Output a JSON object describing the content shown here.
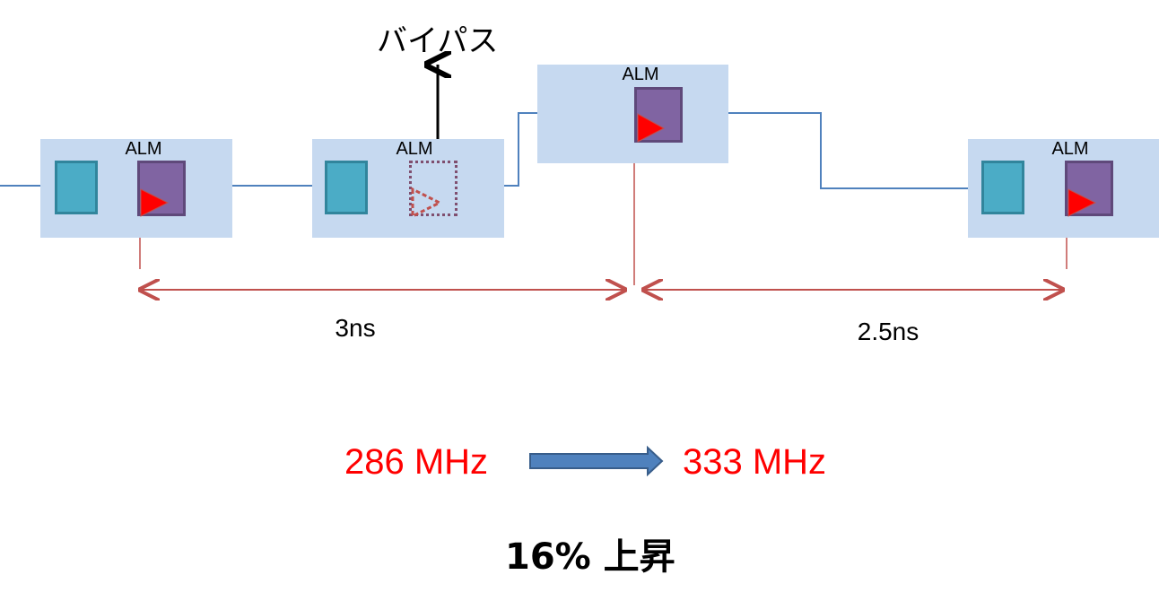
{
  "bypass_label": "バイパス",
  "alm_label": "ALM",
  "timing": {
    "left_delay": "3ns",
    "right_delay": "2.5ns"
  },
  "frequency": {
    "before": "286 MHz",
    "after": "333 MHz"
  },
  "summary": "16% 上昇",
  "colors": {
    "alm_background": "#c6d9f0",
    "lut": "#4bacc6",
    "flipflop": "#8064a2",
    "wire": "#4f81bd",
    "timing_arrow": "#c0504d",
    "frequency_text": "#ff0000",
    "progress_arrow": "#4f81bd"
  }
}
